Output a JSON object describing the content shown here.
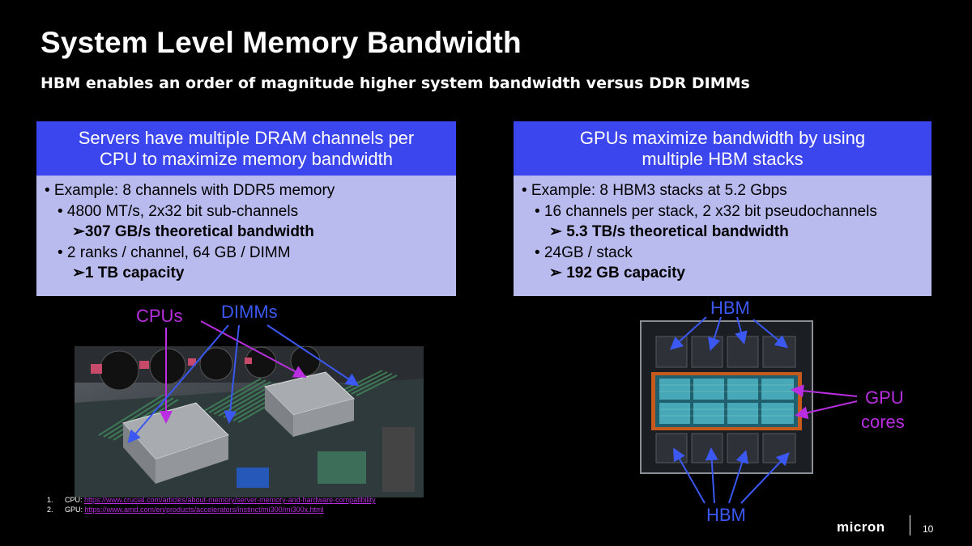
{
  "title": "System Level Memory Bandwidth",
  "subtitle": "HBM enables an order of magnitude higher system bandwidth versus DDR DIMMs",
  "left_panel": {
    "heading": [
      "Servers have multiple DRAM channels per",
      "CPU to maximize memory bandwidth"
    ],
    "bullets": [
      {
        "level": 1,
        "text": "• Example: 8 channels with DDR5 memory"
      },
      {
        "level": 2,
        "text": "• 4800 MT/s, 2x32 bit sub-channels"
      },
      {
        "level": 3,
        "text": "➢307 GB/s theoretical bandwidth"
      },
      {
        "level": 2,
        "text": "• 2 ranks / channel, 64 GB / DIMM"
      },
      {
        "level": 3,
        "text": "➢1 TB capacity"
      }
    ]
  },
  "right_panel": {
    "heading": [
      "GPUs maximize bandwidth by using",
      "multiple HBM stacks"
    ],
    "bullets": [
      {
        "level": 1,
        "text": "• Example:  8 HBM3 stacks at 5.2 Gbps"
      },
      {
        "level": 2,
        "text": "• 16 channels per stack, 2 x32 bit pseudochannels"
      },
      {
        "level": 3,
        "text": "➢ 5.3 TB/s theoretical bandwidth"
      },
      {
        "level": 2,
        "text": "• 24GB / stack"
      },
      {
        "level": 3,
        "text": "➢ 192 GB capacity"
      }
    ]
  },
  "labels": {
    "cpus": "CPUs",
    "dimms": "DIMMs",
    "hbm_top": "HBM",
    "hbm_bottom": "HBM",
    "gpu_line1": "GPU",
    "gpu_line2": "cores"
  },
  "references": [
    {
      "num": "1.",
      "prefix": "CPU: ",
      "url": "https://www.crucial.com/articles/about-memory/server-memory-and-hardware-compatibility"
    },
    {
      "num": "2.",
      "prefix": "GPU: ",
      "url": "https://www.amd.com/en/products/accelerators/instinct/mi300/mi300x.html"
    }
  ],
  "footer": {
    "logo": "micron",
    "page_number": "10"
  },
  "colors": {
    "background": "#000000",
    "heading_blue": "#3c46ee",
    "body_lavender": "#b9bbef",
    "label_purple": "#b92ee0",
    "label_blue": "#3b58f2"
  }
}
